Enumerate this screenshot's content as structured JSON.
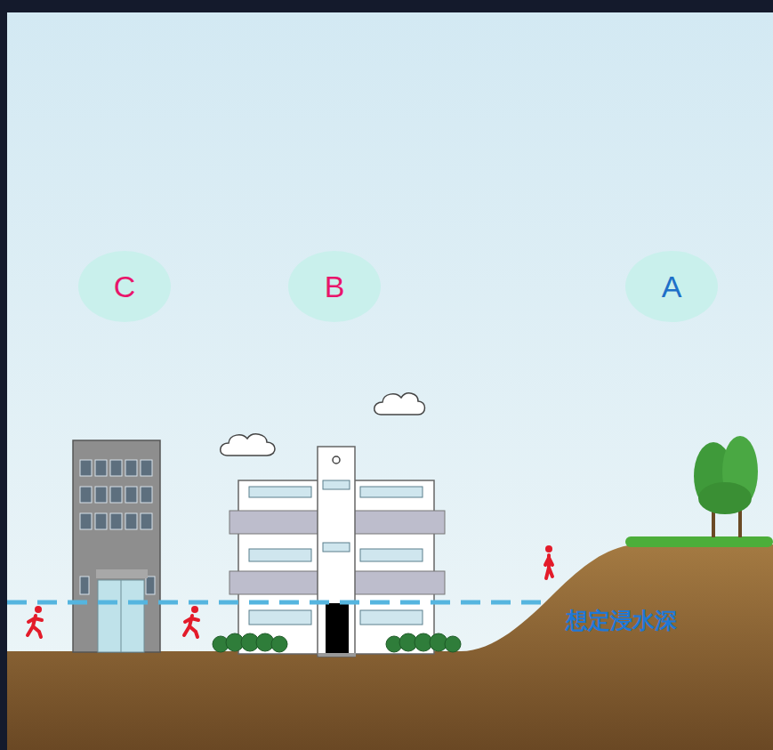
{
  "diagram": {
    "nodes": [
      {
        "text": [
          "C"
        ]
      },
      {
        "text": [
          "B"
        ]
      },
      {
        "text": [
          "A"
        ]
      }
    ],
    "labels": [
      "想定浸水深"
    ]
  }
}
